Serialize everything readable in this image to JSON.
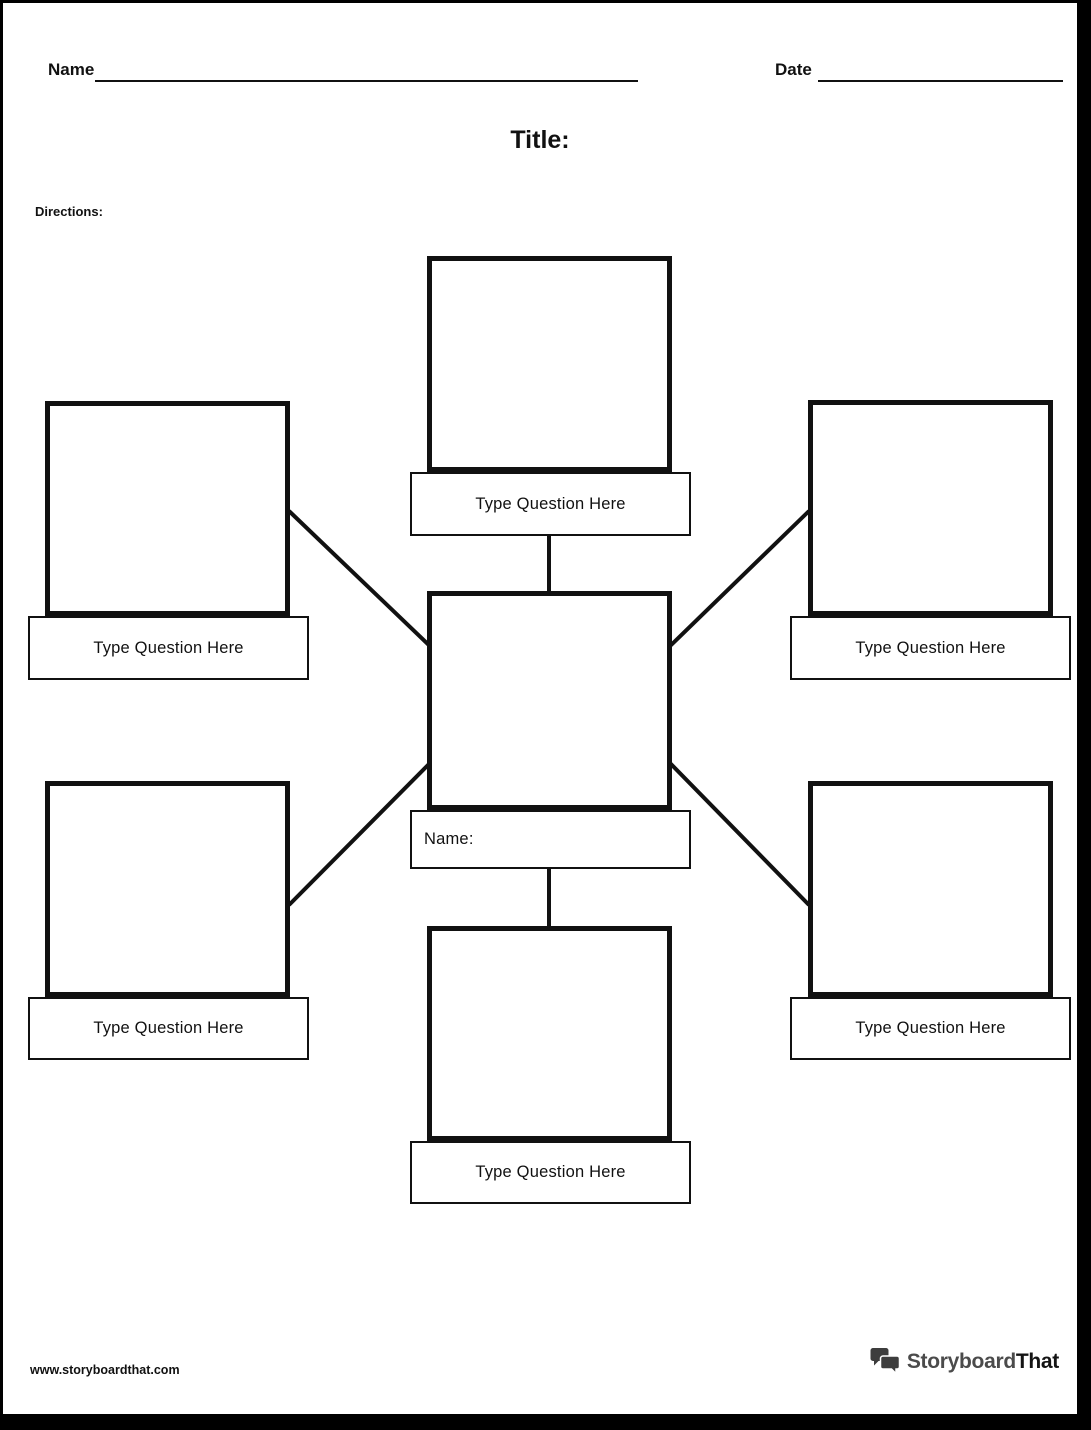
{
  "header": {
    "name_label": "Name",
    "date_label": "Date"
  },
  "title": {
    "label": "Title:"
  },
  "directions": {
    "label": "Directions:"
  },
  "map": {
    "center": {
      "label": "Name:"
    },
    "nodes": [
      {
        "position": "top",
        "question": "Type Question Here"
      },
      {
        "position": "left-upper",
        "question": "Type Question Here"
      },
      {
        "position": "right-upper",
        "question": "Type Question Here"
      },
      {
        "position": "left-lower",
        "question": "Type Question Here"
      },
      {
        "position": "right-lower",
        "question": "Type Question Here"
      },
      {
        "position": "bottom",
        "question": "Type Question Here"
      }
    ]
  },
  "footer": {
    "url": "www.storyboardthat.com",
    "logo_primary": "Storyboard",
    "logo_secondary": "That"
  },
  "colors": {
    "line": "#111111",
    "box_border": "#111111",
    "logo_gray": "#4b4b4b",
    "logo_dark": "#141414"
  }
}
